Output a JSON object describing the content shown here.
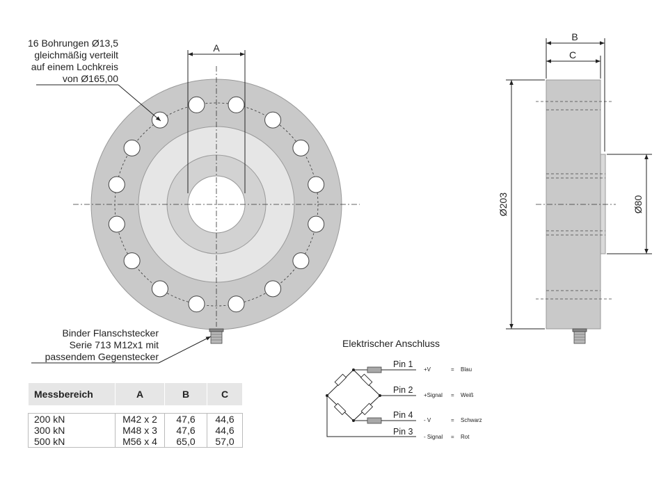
{
  "front_view": {
    "bore_note": [
      "16 Bohrungen Ø13,5",
      "gleichmäßig verteilt",
      "auf einem Lochkreis",
      "von Ø165,00"
    ],
    "dim_a": "A",
    "connector_note": [
      "Binder Flanschstecker",
      "Serie 713 M12x1 mit",
      "passendem Gegenstecker"
    ]
  },
  "side_view": {
    "dim_b": "B",
    "dim_c": "C",
    "dim_outer": "Ø203",
    "dim_inner": "Ø80"
  },
  "electrical": {
    "title": "Elektrischer Anschluss",
    "pins": [
      {
        "pin": "Pin 1",
        "signal": "+V",
        "eq": "=",
        "color": "Blau"
      },
      {
        "pin": "Pin 2",
        "signal": "+Signal",
        "eq": "=",
        "color": "Weiß"
      },
      {
        "pin": "Pin 4",
        "signal": "- V",
        "eq": "=",
        "color": "Schwarz"
      },
      {
        "pin": "Pin 3",
        "signal": "- Signal",
        "eq": "=",
        "color": "Rot"
      }
    ]
  },
  "table": {
    "headers": [
      "Messbereich",
      "A",
      "B",
      "C"
    ],
    "rows": [
      [
        "200 kN",
        "M42 x 2",
        "47,6",
        "44,6"
      ],
      [
        "300 kN",
        "M48 x 3",
        "47,6",
        "44,6"
      ],
      [
        "500 kN",
        "M56 x 4",
        "65,0",
        "57,0"
      ]
    ]
  },
  "colors": {
    "flange": "#c9c9c9",
    "ring": "#e6e6e6",
    "hub": "#d2d2d2",
    "line": "#222222"
  }
}
